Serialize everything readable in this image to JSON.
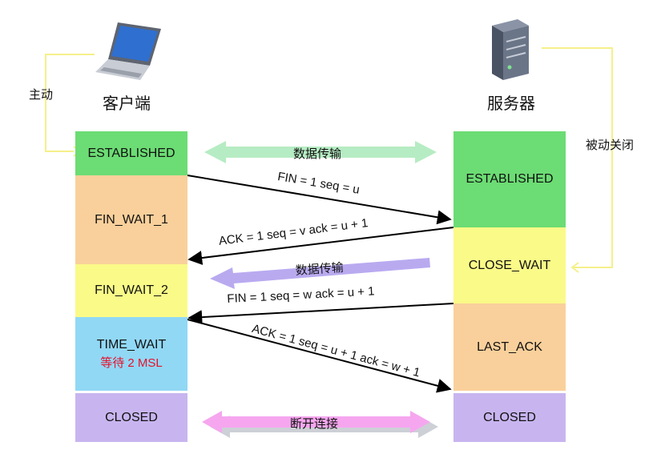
{
  "client": {
    "label": "客户端",
    "initiator_label": "主动",
    "states": {
      "established": "ESTABLISHED",
      "fin_wait_1": "FIN_WAIT_1",
      "fin_wait_2": "FIN_WAIT_2",
      "time_wait": "TIME_WAIT",
      "time_wait_note": "等待 2 MSL",
      "closed": "CLOSED"
    }
  },
  "server": {
    "label": "服务器",
    "passive_label": "被动关闭",
    "states": {
      "established": "ESTABLISHED",
      "close_wait": "CLOSE_WAIT",
      "last_ack": "LAST_ACK",
      "closed": "CLOSED"
    }
  },
  "messages": {
    "fin1": "FIN = 1 seq = u",
    "ack1": "ACK = 1 seq = v ack = u + 1",
    "fin2": "FIN = 1 seq = w ack = u + 1",
    "ack2": "ACK = 1 seq = u + 1 ack = w + 1"
  },
  "bands": {
    "data_transfer_1": "数据传输",
    "data_transfer_2": "数据传输",
    "disconnect": "断开连接"
  },
  "colors": {
    "green": "#6cdc74",
    "orange": "#f9d09b",
    "yellow": "#fafa88",
    "blue": "#91d8f5",
    "purple": "#c8b5ef",
    "red_note": "#e8102b",
    "bracket_yellow": "#f5f08a"
  }
}
